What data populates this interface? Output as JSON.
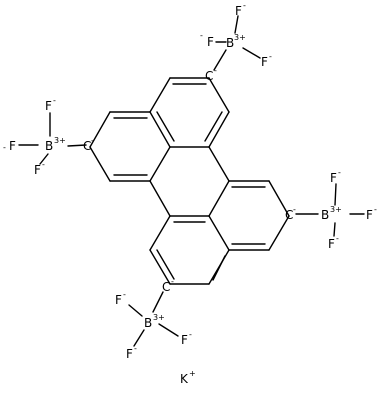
{
  "molecule": {
    "groups": [
      {
        "id": "bf3-top",
        "carbon": "C",
        "carbon_charge": "-",
        "boron": "B",
        "boron_charge": "3+",
        "fluorines": [
          "F",
          "F",
          "F"
        ],
        "fluorine_charge": "-"
      },
      {
        "id": "bf3-left",
        "carbon": "C",
        "carbon_charge": "-",
        "boron": "B",
        "boron_charge": "3+",
        "fluorines": [
          "F",
          "F",
          "F"
        ],
        "fluorine_charge": "-"
      },
      {
        "id": "bf3-right",
        "carbon": "C",
        "carbon_charge": "-",
        "boron": "B",
        "boron_charge": "3+",
        "fluorines": [
          "F",
          "F",
          "F"
        ],
        "fluorine_charge": "-"
      },
      {
        "id": "bf3-bottom",
        "carbon": "C",
        "carbon_charge": "-",
        "boron": "B",
        "boron_charge": "3+",
        "fluorines": [
          "F",
          "F",
          "F"
        ],
        "fluorine_charge": "-"
      }
    ],
    "counterion": {
      "symbol": "K",
      "charge": "+"
    }
  }
}
